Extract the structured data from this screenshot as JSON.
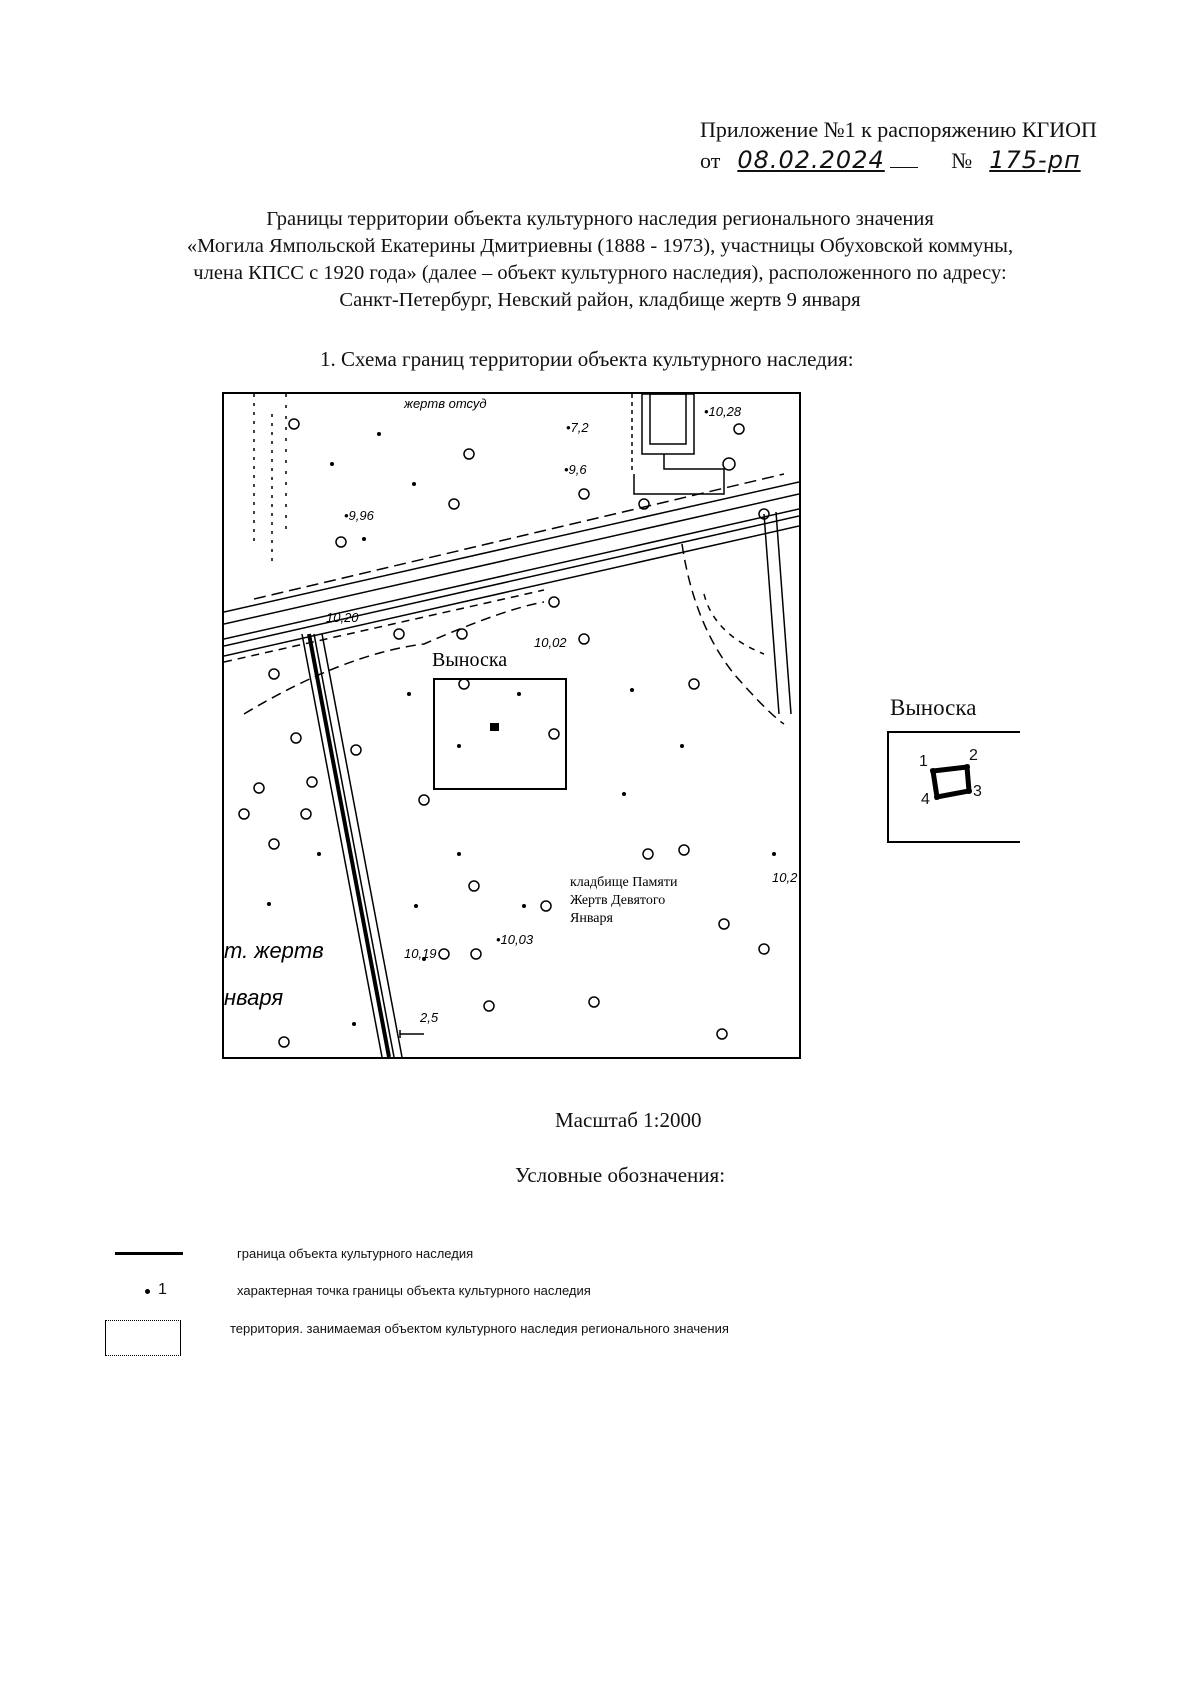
{
  "header": {
    "appendix_line": "Приложение №1 к распоряжению КГИОП",
    "date_prefix": "от",
    "date_value": "08.02.2024",
    "number_prefix": "№",
    "number_value": "175-рп"
  },
  "title_lines": [
    "Границы территории объекта культурного наследия регионального значения",
    "«Могила Ямпольской Екатерины Дмитриевны (1888 - 1973), участницы Обуховской коммуны,",
    "члена КПСС с 1920 года» (далее – объект культурного наследия), расположенного по адресу:",
    "Санкт-Петербург, Невский район, кладбище жертв 9 января"
  ],
  "section_heading": "1.   Схема границ территории объекта культурного наследия:",
  "map": {
    "callout_box_label": "Выноска",
    "cemetery_label_lines": [
      "кладбище Памяти",
      "Жертв Девятого",
      "Января"
    ],
    "elevations": [
      "7,2",
      "9,6",
      "10,28",
      "9,96",
      "10,20",
      "10,02",
      "10,2",
      "10,19",
      "10,03",
      "2,5"
    ],
    "street_labels": [
      "жертв отсуд",
      "жертв",
      "нваря"
    ]
  },
  "callout": {
    "label": "Выноска",
    "points": [
      "1",
      "2",
      "3",
      "4"
    ]
  },
  "scale": "Масштаб 1:2000",
  "legend": {
    "title": "Условные обозначения:",
    "items": [
      {
        "symbol": "line",
        "text": "граница объекта культурного наследия"
      },
      {
        "symbol": "point",
        "symbol_label": "1",
        "text": "характерная точка границы объекта культурного наследия"
      },
      {
        "symbol": "area",
        "text": "территория. занимаемая объектом культурного наследия регионального значения"
      }
    ]
  }
}
